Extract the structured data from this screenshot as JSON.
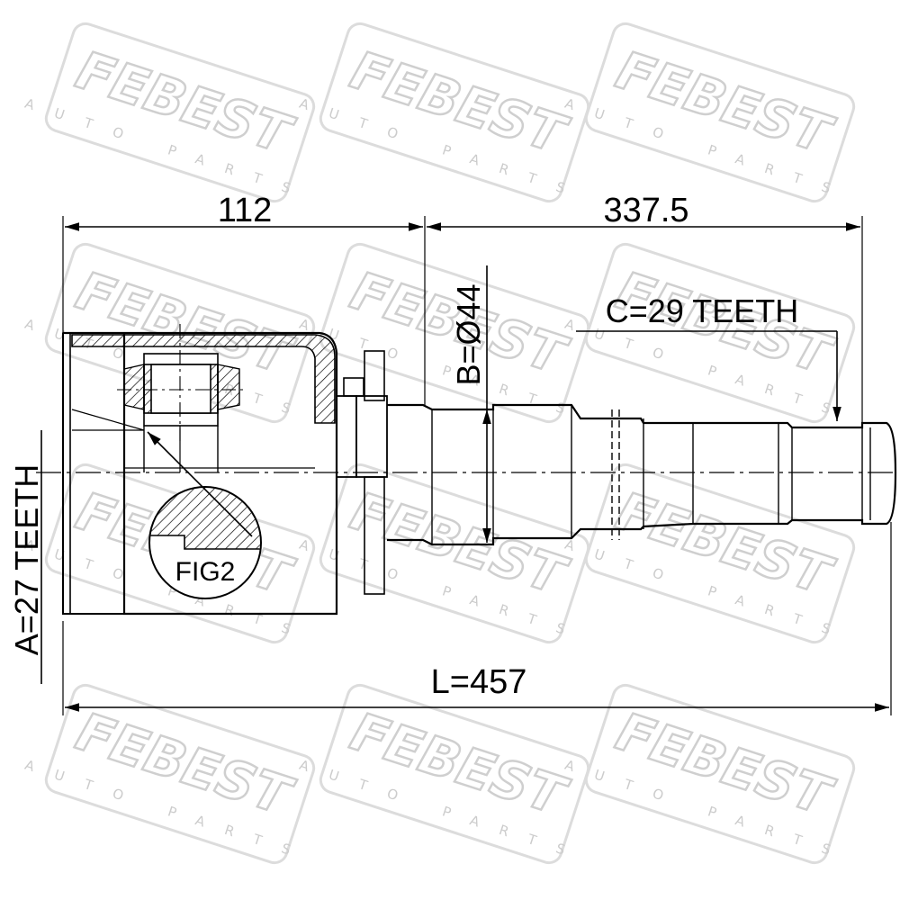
{
  "watermark": {
    "brand": "FEBEST",
    "tagline": "AUTO PARTS"
  },
  "dimensions": {
    "joint_length": "112",
    "shaft_length": "337.5",
    "total_length": "L=457",
    "inner_spline": "A=27 TEETH",
    "shaft_diameter": "B=Ø44",
    "outer_spline": "C=29 TEETH"
  },
  "figure_label": "FIG2",
  "colors": {
    "line": "#000000",
    "watermark": "#d8d8d8"
  }
}
